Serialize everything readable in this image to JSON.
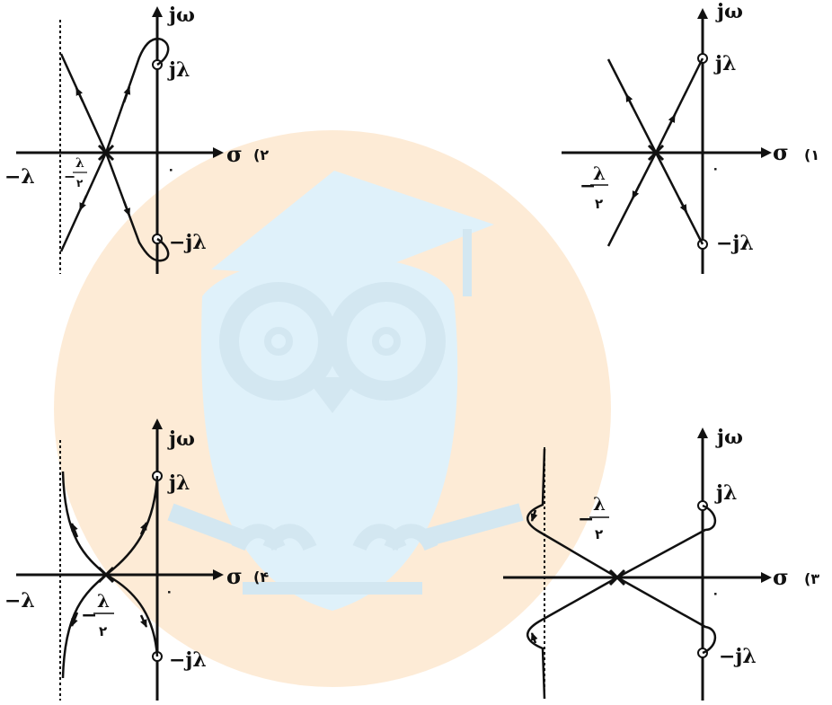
{
  "colors": {
    "ink": "#111111",
    "wm_circle": "#fde7cf",
    "wm_owl": "#dff1fa",
    "wm_owl_dark": "#d3e7f1"
  },
  "watermark": {
    "kind": "owl-graduate-logo"
  },
  "panels": [
    {
      "id": "1",
      "number": "(۱",
      "sigma": "σ",
      "jw": "jω",
      "pos_pole": "jλ",
      "neg_pole": "−jλ",
      "origin": "۰",
      "frac_num": "λ",
      "frac_den": "۲",
      "frac_sign": "−"
    },
    {
      "id": "2",
      "number": "(۲",
      "sigma": "σ",
      "jw": "jω",
      "pos_pole": "jλ",
      "neg_pole": "−jλ",
      "origin": "۰",
      "asym": "−λ",
      "frac_num": "λ",
      "frac_den": "۲",
      "frac_sign": "−"
    },
    {
      "id": "3",
      "number": "(۳",
      "sigma": "σ",
      "jw": "jω",
      "pos_pole": "jλ",
      "neg_pole": "−jλ",
      "origin": "۰",
      "frac_num": "λ",
      "frac_den": "۲",
      "frac_sign": "−"
    },
    {
      "id": "4",
      "number": "(۴",
      "sigma": "σ",
      "jw": "jω",
      "pos_pole": "jλ",
      "neg_pole": "−jλ",
      "origin": "۰",
      "asym": "−λ",
      "frac_num": "λ",
      "frac_den": "۲",
      "frac_sign": "−"
    }
  ]
}
